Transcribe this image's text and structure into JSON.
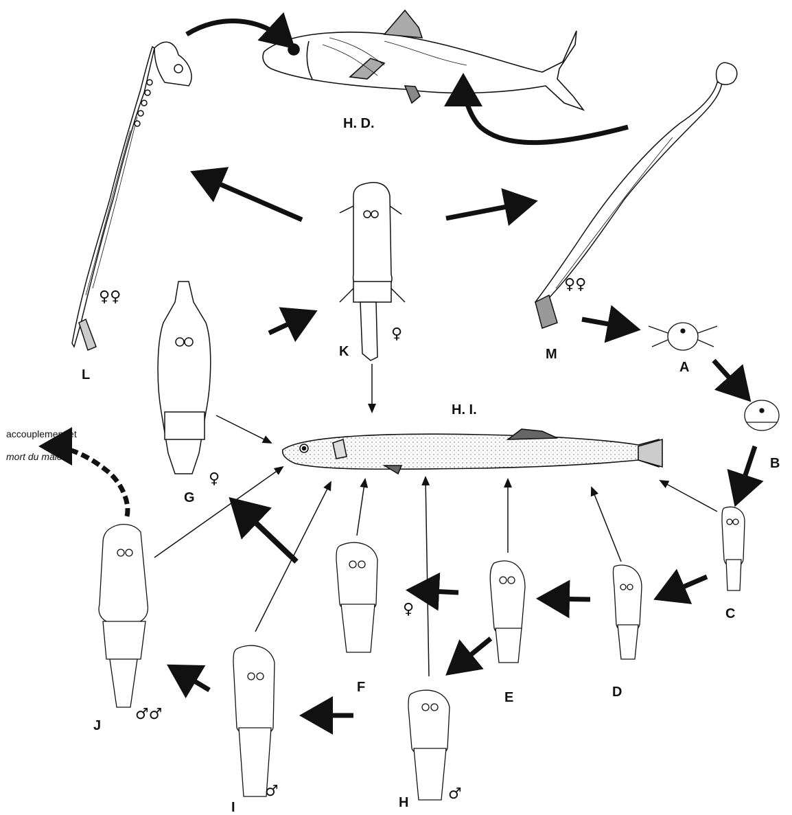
{
  "hosts": {
    "definitive": "H. D.",
    "intermediate": "H. I."
  },
  "stages": {
    "A": "A",
    "B": "B",
    "C": "C",
    "D": "D",
    "E": "E",
    "F": "F",
    "G": "G",
    "H": "H",
    "I": "I",
    "J": "J",
    "K": "K",
    "L": "L",
    "M": "M"
  },
  "sex_symbols": {
    "female": "♀",
    "male": "♂",
    "females": "♀♀",
    "males": "♂♂"
  },
  "notes": {
    "line1": "accouplement et",
    "line2": "mort du mâle"
  },
  "colors": {
    "ink": "#111111",
    "background": "#ffffff"
  }
}
